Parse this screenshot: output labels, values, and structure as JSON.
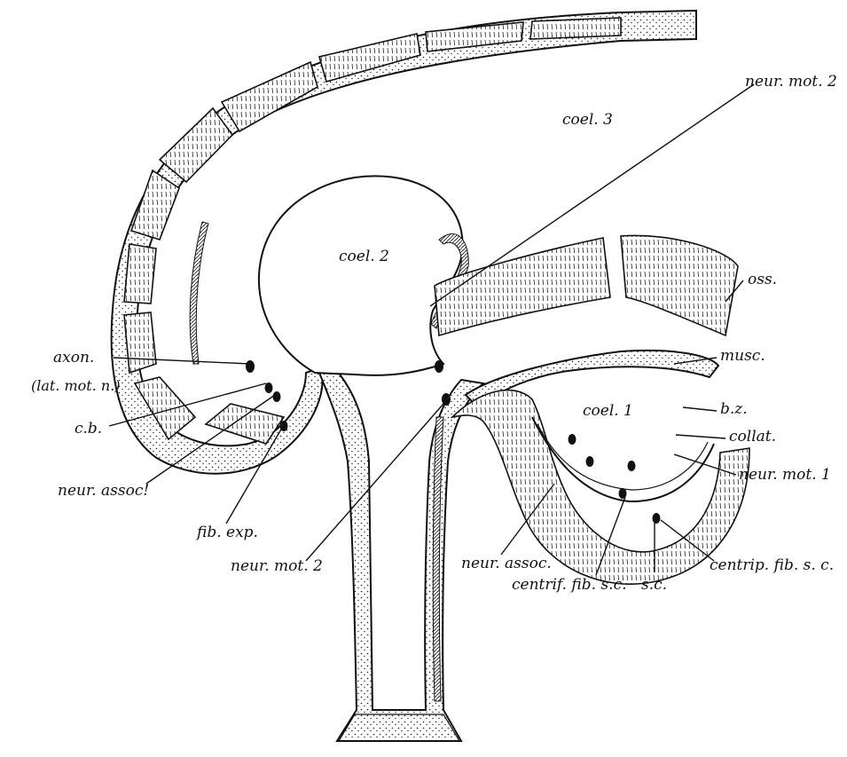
{
  "labels": {
    "coel3": "coel. 3",
    "coel2": "coel. 2",
    "coel1": "coel. 1",
    "neur_mot2_top": "neur. mot. 2",
    "oss": "oss.",
    "musc": "musc.",
    "bz": "b.z.",
    "collat": "collat.",
    "neur_mot1": "neur. mot. 1",
    "centrip": "centrip. fib. s. c.",
    "sc": "s.c.",
    "centrif": "centrif. fib. s.c.",
    "neur_assoc": "neur. assoc.",
    "neur_mot2_bottom": "neur. mot. 2",
    "fib_exp": "fib. exp.",
    "neur_assoc1": "neur. assoc!",
    "cb": "c.b.",
    "axon": "axon.",
    "lat_mot_n": "(lat. mot. n.)"
  }
}
